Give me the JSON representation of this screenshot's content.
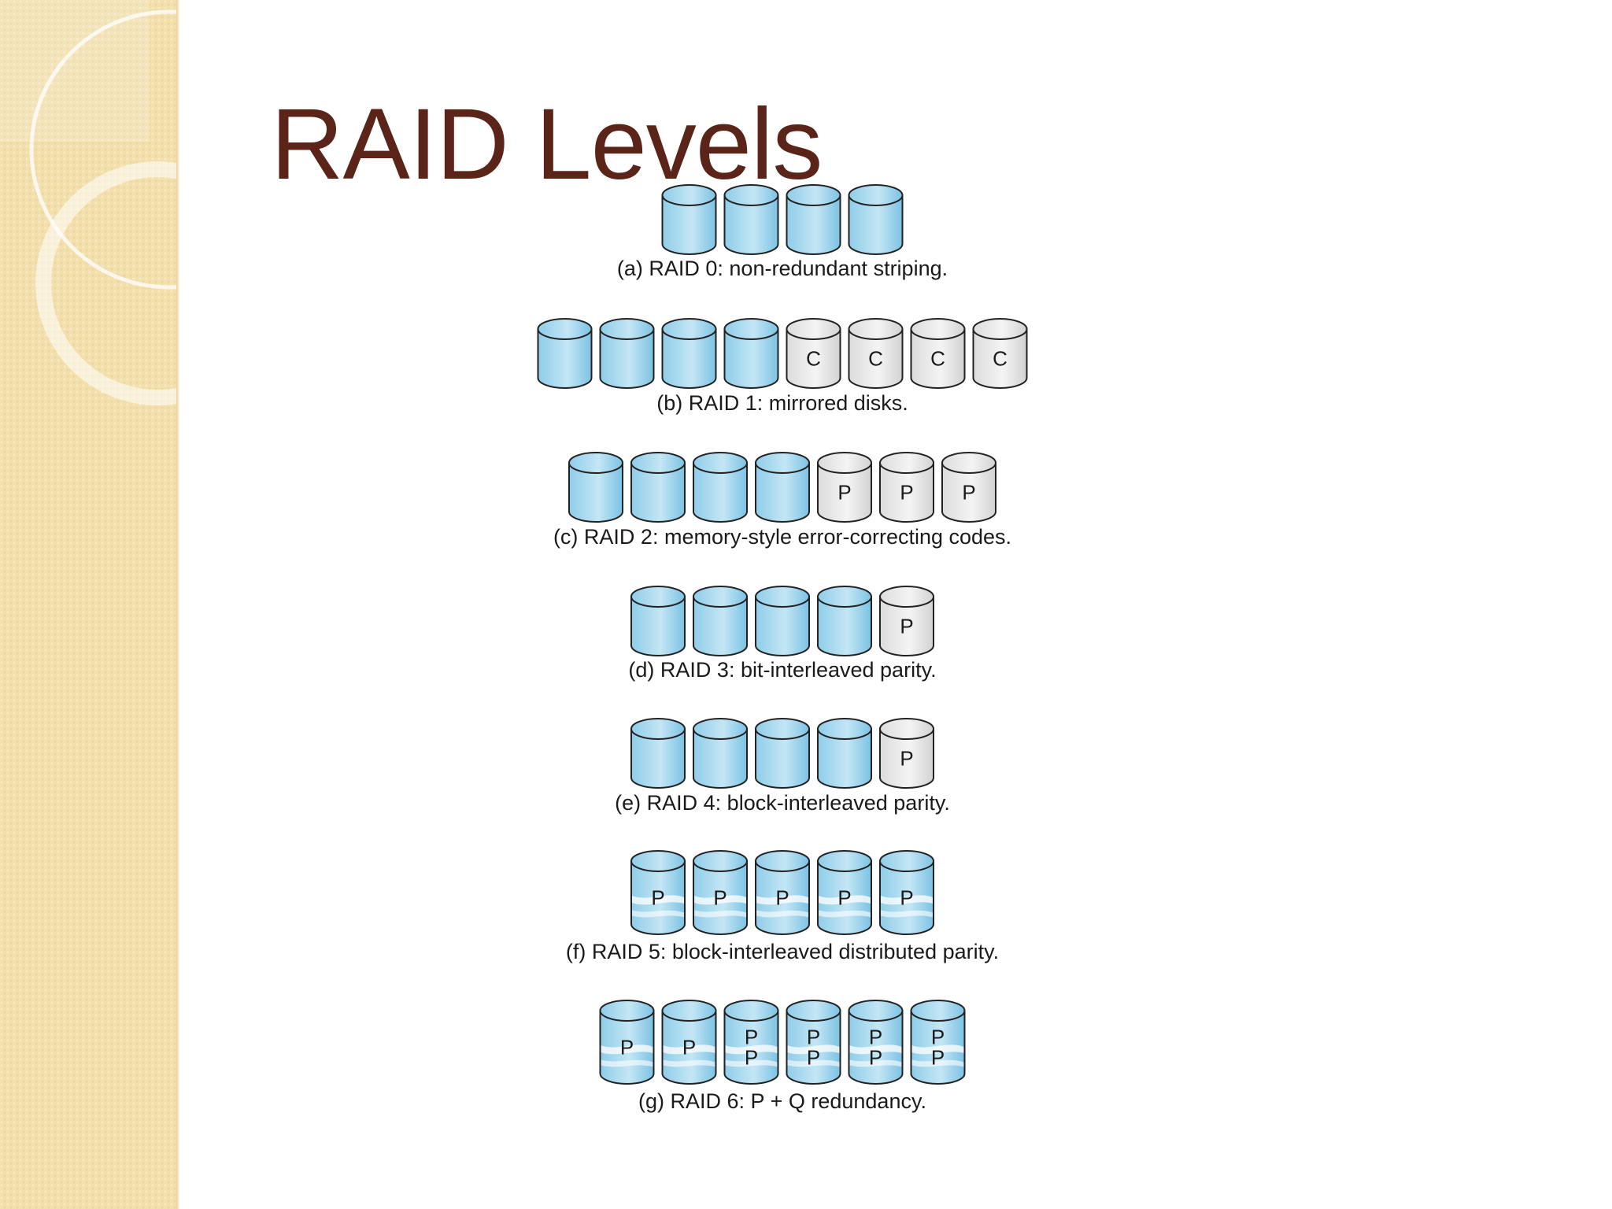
{
  "title": "RAID Levels",
  "colors": {
    "title": "#5a2418",
    "data_disk": "#a8d8ee",
    "redundant_disk": "#e6e6e6",
    "outline": "#222222"
  },
  "levels": [
    {
      "caption": "(a) RAID 0: non-redundant striping.",
      "disks": [
        {
          "kind": "data",
          "labels": []
        },
        {
          "kind": "data",
          "labels": []
        },
        {
          "kind": "data",
          "labels": []
        },
        {
          "kind": "data",
          "labels": []
        }
      ]
    },
    {
      "caption": "(b) RAID 1: mirrored disks.",
      "disks": [
        {
          "kind": "data",
          "labels": []
        },
        {
          "kind": "data",
          "labels": []
        },
        {
          "kind": "data",
          "labels": []
        },
        {
          "kind": "data",
          "labels": []
        },
        {
          "kind": "redundant",
          "labels": [
            "C"
          ]
        },
        {
          "kind": "redundant",
          "labels": [
            "C"
          ]
        },
        {
          "kind": "redundant",
          "labels": [
            "C"
          ]
        },
        {
          "kind": "redundant",
          "labels": [
            "C"
          ]
        }
      ]
    },
    {
      "caption": "(c) RAID 2: memory-style error-correcting codes.",
      "disks": [
        {
          "kind": "data",
          "labels": []
        },
        {
          "kind": "data",
          "labels": []
        },
        {
          "kind": "data",
          "labels": []
        },
        {
          "kind": "data",
          "labels": []
        },
        {
          "kind": "redundant",
          "labels": [
            "P"
          ]
        },
        {
          "kind": "redundant",
          "labels": [
            "P"
          ]
        },
        {
          "kind": "redundant",
          "labels": [
            "P"
          ]
        }
      ]
    },
    {
      "caption": "(d) RAID 3: bit-interleaved parity.",
      "disks": [
        {
          "kind": "data",
          "labels": []
        },
        {
          "kind": "data",
          "labels": []
        },
        {
          "kind": "data",
          "labels": []
        },
        {
          "kind": "data",
          "labels": []
        },
        {
          "kind": "redundant",
          "labels": [
            "P"
          ]
        }
      ]
    },
    {
      "caption": "(e) RAID 4: block-interleaved parity.",
      "disks": [
        {
          "kind": "data",
          "labels": []
        },
        {
          "kind": "data",
          "labels": []
        },
        {
          "kind": "data",
          "labels": []
        },
        {
          "kind": "data",
          "labels": []
        },
        {
          "kind": "redundant",
          "labels": [
            "P"
          ]
        }
      ]
    },
    {
      "caption": "(f) RAID 5: block-interleaved distributed parity.",
      "disks": [
        {
          "kind": "distributed",
          "labels": [
            "P"
          ]
        },
        {
          "kind": "distributed",
          "labels": [
            "P"
          ]
        },
        {
          "kind": "distributed",
          "labels": [
            "P"
          ]
        },
        {
          "kind": "distributed",
          "labels": [
            "P"
          ]
        },
        {
          "kind": "distributed",
          "labels": [
            "P"
          ]
        }
      ]
    },
    {
      "caption": "(g) RAID 6: P + Q redundancy.",
      "disks": [
        {
          "kind": "distributed",
          "labels": [
            "P"
          ]
        },
        {
          "kind": "distributed",
          "labels": [
            "P"
          ]
        },
        {
          "kind": "distributed",
          "labels": [
            "P",
            "P"
          ]
        },
        {
          "kind": "distributed",
          "labels": [
            "P",
            "P"
          ]
        },
        {
          "kind": "distributed",
          "labels": [
            "P",
            "P"
          ]
        },
        {
          "kind": "distributed",
          "labels": [
            "P",
            "P"
          ]
        }
      ]
    }
  ]
}
